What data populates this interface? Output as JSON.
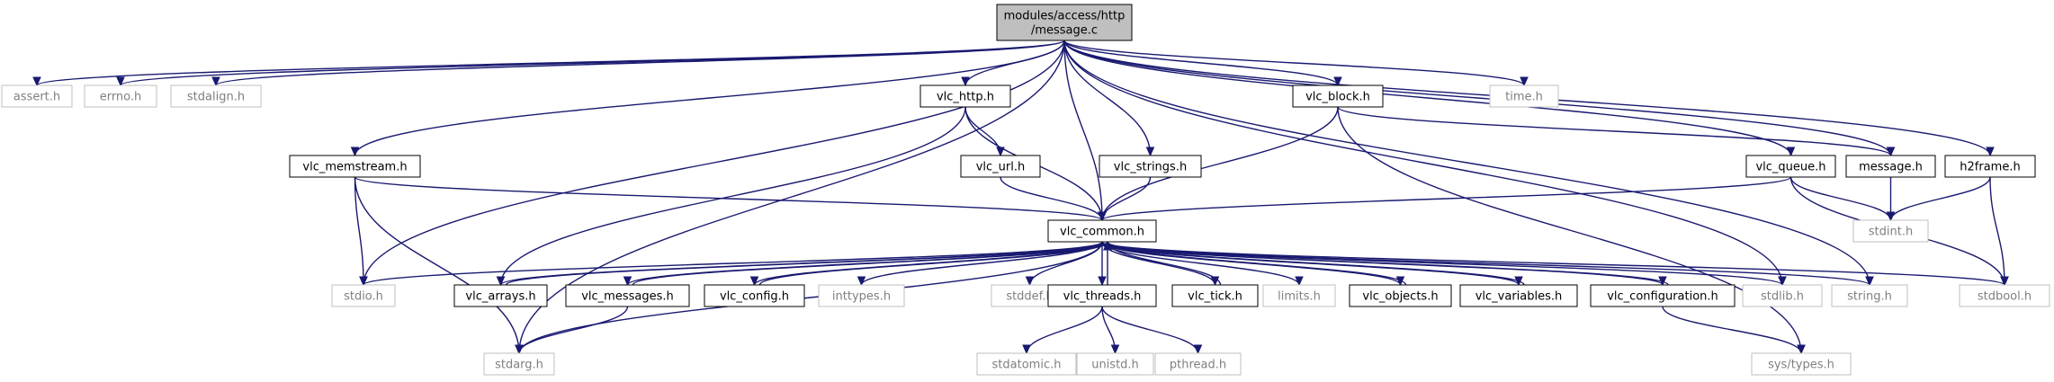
{
  "colors": {
    "edge": "#191970",
    "root_fill": "#bfbfbf",
    "root_border": "#000000",
    "project_border": "#000000",
    "external_border": "#bfbfbf",
    "external_text": "#7f7f7f",
    "project_text": "#000000",
    "background": "#ffffff"
  },
  "graph": {
    "nodes": {
      "message_c": {
        "lines": [
          "modules/access/http",
          "/message.c"
        ],
        "kind": "root"
      },
      "assert_h": {
        "lines": [
          "assert.h"
        ],
        "kind": "external"
      },
      "errno_h": {
        "lines": [
          "errno.h"
        ],
        "kind": "external"
      },
      "stdalign_h": {
        "lines": [
          "stdalign.h"
        ],
        "kind": "external"
      },
      "stdio_h": {
        "lines": [
          "stdio.h"
        ],
        "kind": "external"
      },
      "vlc_memstream_h": {
        "lines": [
          "vlc_memstream.h"
        ],
        "kind": "project"
      },
      "stdarg_h": {
        "lines": [
          "stdarg.h"
        ],
        "kind": "external"
      },
      "vlc_http_h": {
        "lines": [
          "vlc_http.h"
        ],
        "kind": "project"
      },
      "vlc_url_h": {
        "lines": [
          "vlc_url.h"
        ],
        "kind": "project"
      },
      "vlc_strings_h": {
        "lines": [
          "vlc_strings.h"
        ],
        "kind": "project"
      },
      "vlc_block_h": {
        "lines": [
          "vlc_block.h"
        ],
        "kind": "project"
      },
      "time_h": {
        "lines": [
          "time.h"
        ],
        "kind": "external"
      },
      "vlc_queue_h": {
        "lines": [
          "vlc_queue.h"
        ],
        "kind": "project"
      },
      "message_h": {
        "lines": [
          "message.h"
        ],
        "kind": "project"
      },
      "h2frame_h": {
        "lines": [
          "h2frame.h"
        ],
        "kind": "project"
      },
      "vlc_common_h": {
        "lines": [
          "vlc_common.h"
        ],
        "kind": "project"
      },
      "stdint_h": {
        "lines": [
          "stdint.h"
        ],
        "kind": "external"
      },
      "stdbool_h": {
        "lines": [
          "stdbool.h"
        ],
        "kind": "external"
      },
      "vlc_arrays_h": {
        "lines": [
          "vlc_arrays.h"
        ],
        "kind": "project"
      },
      "vlc_messages_h": {
        "lines": [
          "vlc_messages.h"
        ],
        "kind": "project"
      },
      "vlc_config_h": {
        "lines": [
          "vlc_config.h"
        ],
        "kind": "project"
      },
      "inttypes_h": {
        "lines": [
          "inttypes.h"
        ],
        "kind": "external"
      },
      "stddef_h": {
        "lines": [
          "stddef.h"
        ],
        "kind": "external"
      },
      "vlc_threads_h": {
        "lines": [
          "vlc_threads.h"
        ],
        "kind": "project"
      },
      "vlc_tick_h": {
        "lines": [
          "vlc_tick.h"
        ],
        "kind": "project"
      },
      "limits_h": {
        "lines": [
          "limits.h"
        ],
        "kind": "external"
      },
      "vlc_objects_h": {
        "lines": [
          "vlc_objects.h"
        ],
        "kind": "project"
      },
      "vlc_variables_h": {
        "lines": [
          "vlc_variables.h"
        ],
        "kind": "project"
      },
      "vlc_configuration_h": {
        "lines": [
          "vlc_configuration.h"
        ],
        "kind": "project"
      },
      "stdlib_h": {
        "lines": [
          "stdlib.h"
        ],
        "kind": "external"
      },
      "string_h": {
        "lines": [
          "string.h"
        ],
        "kind": "external"
      },
      "sys_types_h": {
        "lines": [
          "sys/types.h"
        ],
        "kind": "external"
      },
      "stdatomic_h": {
        "lines": [
          "stdatomic.h"
        ],
        "kind": "external"
      },
      "unistd_h": {
        "lines": [
          "unistd.h"
        ],
        "kind": "external"
      },
      "pthread_h": {
        "lines": [
          "pthread.h"
        ],
        "kind": "external"
      }
    },
    "edges": [
      [
        "message_c",
        "assert_h"
      ],
      [
        "message_c",
        "errno_h"
      ],
      [
        "message_c",
        "stdalign_h"
      ],
      [
        "message_c",
        "stdio_h"
      ],
      [
        "message_c",
        "vlc_memstream_h"
      ],
      [
        "message_c",
        "stdarg_h"
      ],
      [
        "message_c",
        "vlc_http_h"
      ],
      [
        "message_c",
        "vlc_common_h"
      ],
      [
        "message_c",
        "vlc_strings_h"
      ],
      [
        "message_c",
        "vlc_block_h"
      ],
      [
        "message_c",
        "vlc_queue_h"
      ],
      [
        "message_c",
        "message_h"
      ],
      [
        "message_c",
        "h2frame_h"
      ],
      [
        "message_c",
        "time_h"
      ],
      [
        "message_c",
        "string_h"
      ],
      [
        "message_c",
        "stdlib_h"
      ],
      [
        "vlc_memstream_h",
        "stdio_h"
      ],
      [
        "vlc_memstream_h",
        "stdarg_h"
      ],
      [
        "vlc_memstream_h",
        "vlc_common_h"
      ],
      [
        "vlc_http_h",
        "vlc_url_h"
      ],
      [
        "vlc_http_h",
        "vlc_common_h"
      ],
      [
        "vlc_http_h",
        "vlc_arrays_h"
      ],
      [
        "vlc_url_h",
        "vlc_common_h"
      ],
      [
        "vlc_strings_h",
        "vlc_common_h"
      ],
      [
        "vlc_block_h",
        "vlc_common_h"
      ],
      [
        "vlc_block_h",
        "sys_types_h"
      ],
      [
        "vlc_block_h",
        "message_h"
      ],
      [
        "vlc_queue_h",
        "vlc_common_h"
      ],
      [
        "vlc_queue_h",
        "stdint_h"
      ],
      [
        "vlc_queue_h",
        "stdbool_h"
      ],
      [
        "message_h",
        "stdint_h"
      ],
      [
        "h2frame_h",
        "stdint_h"
      ],
      [
        "h2frame_h",
        "stdbool_h"
      ],
      [
        "vlc_common_h",
        "stdio_h"
      ],
      [
        "vlc_common_h",
        "vlc_arrays_h"
      ],
      [
        "vlc_common_h",
        "vlc_messages_h"
      ],
      [
        "vlc_common_h",
        "vlc_config_h"
      ],
      [
        "vlc_common_h",
        "inttypes_h"
      ],
      [
        "vlc_common_h",
        "stddef_h"
      ],
      [
        "vlc_common_h",
        "vlc_threads_h"
      ],
      [
        "vlc_common_h",
        "vlc_tick_h"
      ],
      [
        "vlc_common_h",
        "limits_h"
      ],
      [
        "vlc_common_h",
        "vlc_objects_h"
      ],
      [
        "vlc_common_h",
        "vlc_variables_h"
      ],
      [
        "vlc_common_h",
        "vlc_configuration_h"
      ],
      [
        "vlc_common_h",
        "stdlib_h"
      ],
      [
        "vlc_common_h",
        "string_h"
      ],
      [
        "vlc_common_h",
        "stdbool_h"
      ],
      [
        "vlc_common_h",
        "stdarg_h"
      ],
      [
        "vlc_arrays_h",
        "vlc_common_h"
      ],
      [
        "vlc_messages_h",
        "vlc_common_h"
      ],
      [
        "vlc_config_h",
        "vlc_common_h"
      ],
      [
        "vlc_threads_h",
        "vlc_common_h"
      ],
      [
        "vlc_tick_h",
        "vlc_common_h"
      ],
      [
        "vlc_objects_h",
        "vlc_common_h"
      ],
      [
        "vlc_variables_h",
        "vlc_common_h"
      ],
      [
        "vlc_configuration_h",
        "vlc_common_h"
      ],
      [
        "vlc_messages_h",
        "stdarg_h"
      ],
      [
        "vlc_threads_h",
        "stdatomic_h"
      ],
      [
        "vlc_threads_h",
        "unistd_h"
      ],
      [
        "vlc_threads_h",
        "pthread_h"
      ],
      [
        "vlc_configuration_h",
        "sys_types_h"
      ]
    ]
  }
}
